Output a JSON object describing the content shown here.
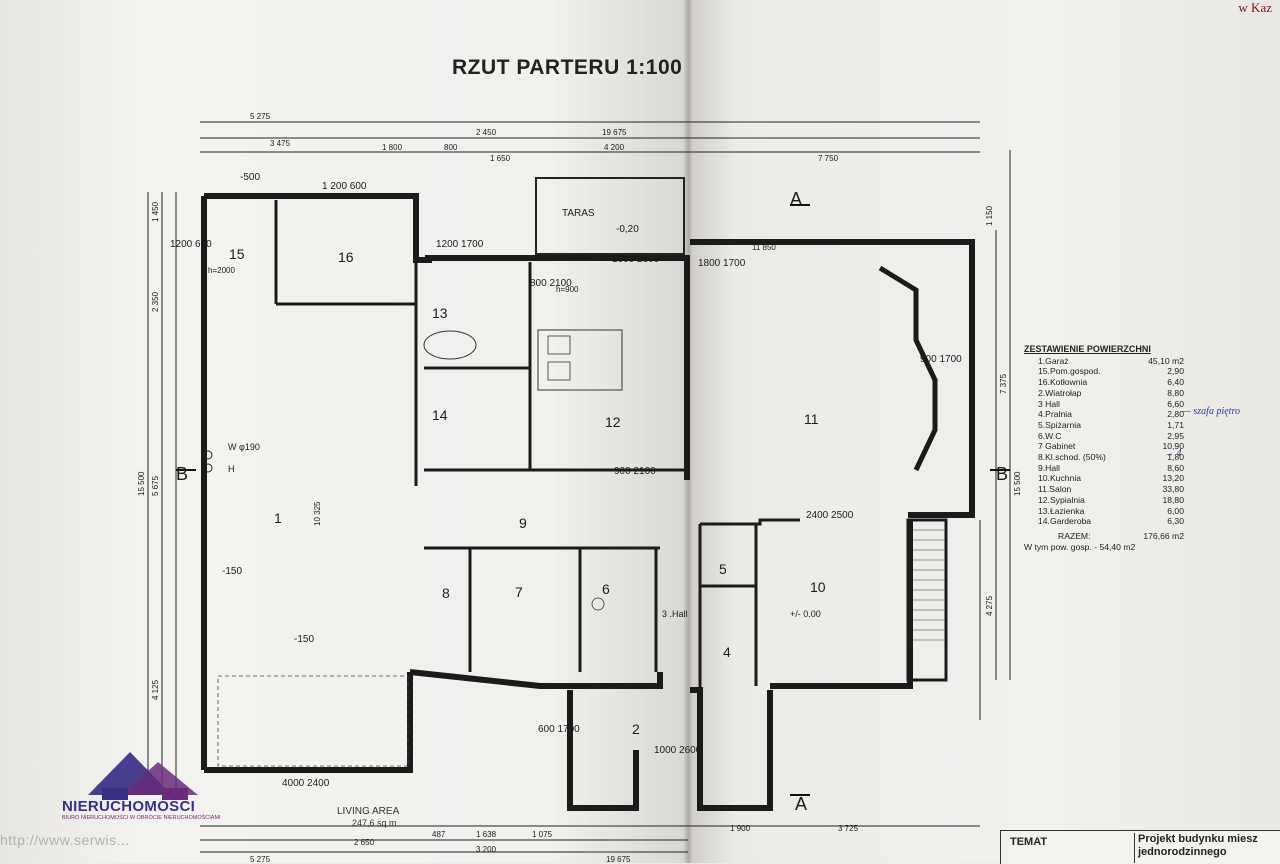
{
  "corner_text": "w Kaz",
  "title": "RZUT PARTERU  1:100",
  "rooms": [
    {
      "n": "1"
    },
    {
      "n": "2"
    },
    {
      "n": "4"
    },
    {
      "n": "5"
    },
    {
      "n": "6"
    },
    {
      "n": "7"
    },
    {
      "n": "8"
    },
    {
      "n": "9"
    },
    {
      "n": "10"
    },
    {
      "n": "11"
    },
    {
      "n": "12"
    },
    {
      "n": "13"
    },
    {
      "n": "14"
    },
    {
      "n": "15"
    },
    {
      "n": "16"
    }
  ],
  "labels": {
    "taras": "TARAS",
    "taras_level": "-0,20",
    "hall_3": "3 .Hall",
    "level_0": "+/- 0.00",
    "section_a": "A",
    "section_b": "B",
    "well": "W φ190",
    "pipe": "H",
    "level_500": "-500",
    "level_150a": "-150",
    "level_150b": "-150"
  },
  "dims_top": [
    "5 275",
    "2 450",
    "19 675",
    "3 475",
    "1 800",
    "800",
    "1 650",
    "4 200",
    "7 750",
    "1 200 600",
    "11 850"
  ],
  "dims_bottom": [
    "487",
    "1 638",
    "1 075",
    "2 650",
    "3 200",
    "19 675",
    "1 900",
    "3 725",
    "5 275"
  ],
  "dims_side": [
    "1 450",
    "2 350",
    "15 500",
    "10 325",
    "5 675",
    "4 125",
    "7 375",
    "15 500",
    "1 150",
    "4 275"
  ],
  "openings": [
    "1200 600",
    "1200 1700",
    "800 2100",
    "900 2100",
    "600 1700",
    "1000 2600",
    "2400 2500",
    "900 1700",
    "1600 2600",
    "1800 1700",
    "h=2000",
    "h=900"
  ],
  "summary": {
    "heading": "ZESTAWIENIE POWIERZCHNI",
    "rows": [
      {
        "label": "1.Garaż",
        "value": "45,10 m2"
      },
      {
        "label": "15.Pom.gospod.",
        "value": "2,90"
      },
      {
        "label": "16.Kotłownia",
        "value": "6,40"
      },
      {
        "label": "2.Wiatrołap",
        "value": "8,80"
      },
      {
        "label": "3 Hall",
        "value": "6,60"
      },
      {
        "label": "4.Pralnia",
        "value": "2,80"
      },
      {
        "label": "5.Spiżarnia",
        "value": "1,71"
      },
      {
        "label": "6.W.C",
        "value": "2,95"
      },
      {
        "label": "7 Gabinet",
        "value": "10,90"
      },
      {
        "label": "8.Kl.schod. (50%)",
        "value": "1,80"
      },
      {
        "label": "9.Hall",
        "value": "8,60"
      },
      {
        "label": "10.Kuchnia",
        "value": "13,20"
      },
      {
        "label": "11.Salon",
        "value": "33,80"
      },
      {
        "label": "12.Sypialnia",
        "value": "18,80"
      },
      {
        "label": "13.Łazienka",
        "value": "6,00"
      },
      {
        "label": "14.Garderoba",
        "value": "6,30"
      }
    ],
    "total_label": "RAZEM:",
    "total_value": "176,66 m2",
    "sub_label": "W tym pow. gosp. - 54,40 m2"
  },
  "annotations": {
    "note1": "— szafa piętro",
    "note2": "→ 4"
  },
  "living_area": {
    "label": "LIVING AREA",
    "value": "247,6 sq m"
  },
  "left_dim": "4000 2400",
  "logo": {
    "name": "NIERUCHOMOŚCI",
    "sub": "BIURO NIERUCHOMOŚCI W OBROCIE NIERUCHOMOŚCIAMI"
  },
  "watermark": "http://www.serwis...",
  "title_block": {
    "label": "TEMAT",
    "text_line1": "Projekt budynku miesz",
    "text_line2": "jednorodzinnego"
  },
  "colors": {
    "paper": "#f1f0ed",
    "ink": "#1b1b1b",
    "logo": "#3a2f86",
    "hand": "#2c3e8f",
    "stamp": "#7a1010"
  }
}
